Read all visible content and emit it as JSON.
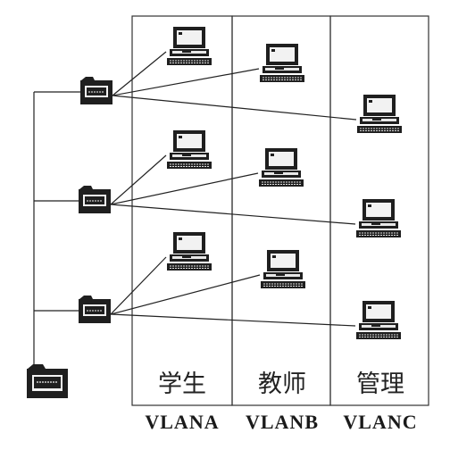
{
  "zones": [
    {
      "name": "学生",
      "vlan": "VLANA"
    },
    {
      "name": "教师",
      "vlan": "VLANB"
    },
    {
      "name": "管理",
      "vlan": "VLANC"
    }
  ],
  "switch_count": 3,
  "computers_per_zone": 3
}
